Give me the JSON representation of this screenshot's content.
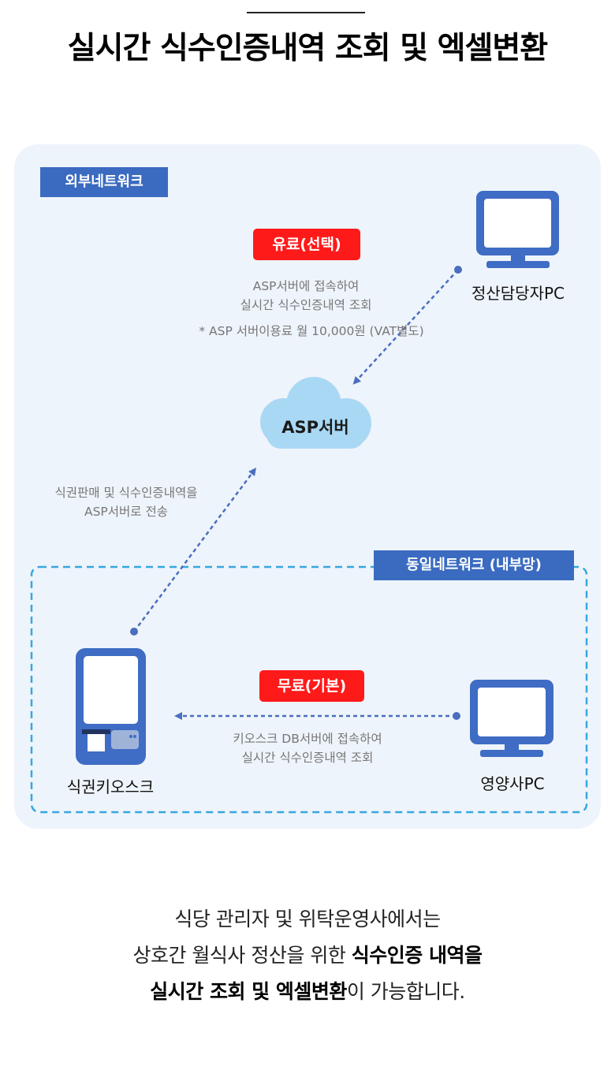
{
  "header": {
    "title": "실시간 식수인증내역 조회 및 엑셀변환"
  },
  "diagram": {
    "external_network_label": "외부네트워크",
    "internal_network_label": "동일네트워크 (내부망)",
    "paid_badge": "유료(선택)",
    "free_badge": "무료(기본)",
    "asp_note_line1": "ASP서버에 접속하여",
    "asp_note_line2": "실시간 식수인증내역 조회",
    "asp_fee_note": "* ASP 서버이용료 월 10,000원 (VAT별도)",
    "kiosk_upload_line1": "식권판매 및 식수인증내역을",
    "kiosk_upload_line2": "ASP서버로 전송",
    "db_note_line1": "키오스크 DB서버에 접속하여",
    "db_note_line2": "실시간 식수인증내역 조회",
    "cloud_label": "ASP서버",
    "settlement_pc_label": "정산담당자PC",
    "dietitian_pc_label": "영양사PC",
    "kiosk_label": "식권키오스크"
  },
  "summary": {
    "line1": "식당 관리자 및 위탁운영사에서는",
    "line2_plain": "상호간 월식사 정산을 위한 ",
    "line2_bold": "식수인증 내역을",
    "line3_bold": "실시간 조회 및 엑셀변환",
    "line3_plain": "이 가능합니다."
  },
  "colors": {
    "panel_bg": "#eef4fb",
    "tag_blue": "#3b6bc0",
    "badge_red": "#ff1a1a",
    "device_blue": "#3f6cc4",
    "dashed_border": "#36a7e0",
    "cloud": "#a9d8f5"
  }
}
